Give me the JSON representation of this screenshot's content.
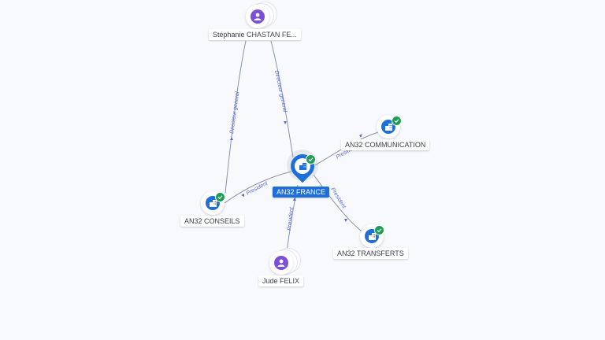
{
  "nodes": {
    "stephanie": {
      "label": "Stéphanie CHASTAN FE...",
      "type": "person"
    },
    "an32_france": {
      "label": "AN32 FRANCE",
      "type": "company",
      "verified": true
    },
    "an32_communication": {
      "label": "AN32 COMMUNICATION",
      "type": "company",
      "verified": true
    },
    "an32_conseils": {
      "label": "AN32 CONSEILS",
      "type": "company",
      "verified": true
    },
    "an32_transferts": {
      "label": "AN32 TRANSFERTS",
      "type": "company",
      "verified": true
    },
    "jude_felix": {
      "label": "Jude FELIX",
      "type": "person"
    }
  },
  "edges": {
    "stephanie_conseils": {
      "label": "Directeur general"
    },
    "stephanie_france": {
      "label": "Directeur general"
    },
    "france_conseils": {
      "label": "President"
    },
    "france_communication": {
      "label": "President"
    },
    "france_transferts": {
      "label": "President"
    },
    "jude_france": {
      "label": "President"
    }
  },
  "colors": {
    "person": "#7b4fd6",
    "company": "#1e6fd9",
    "verified": "#1f9d55",
    "edge_label": "#5a6bd8"
  }
}
